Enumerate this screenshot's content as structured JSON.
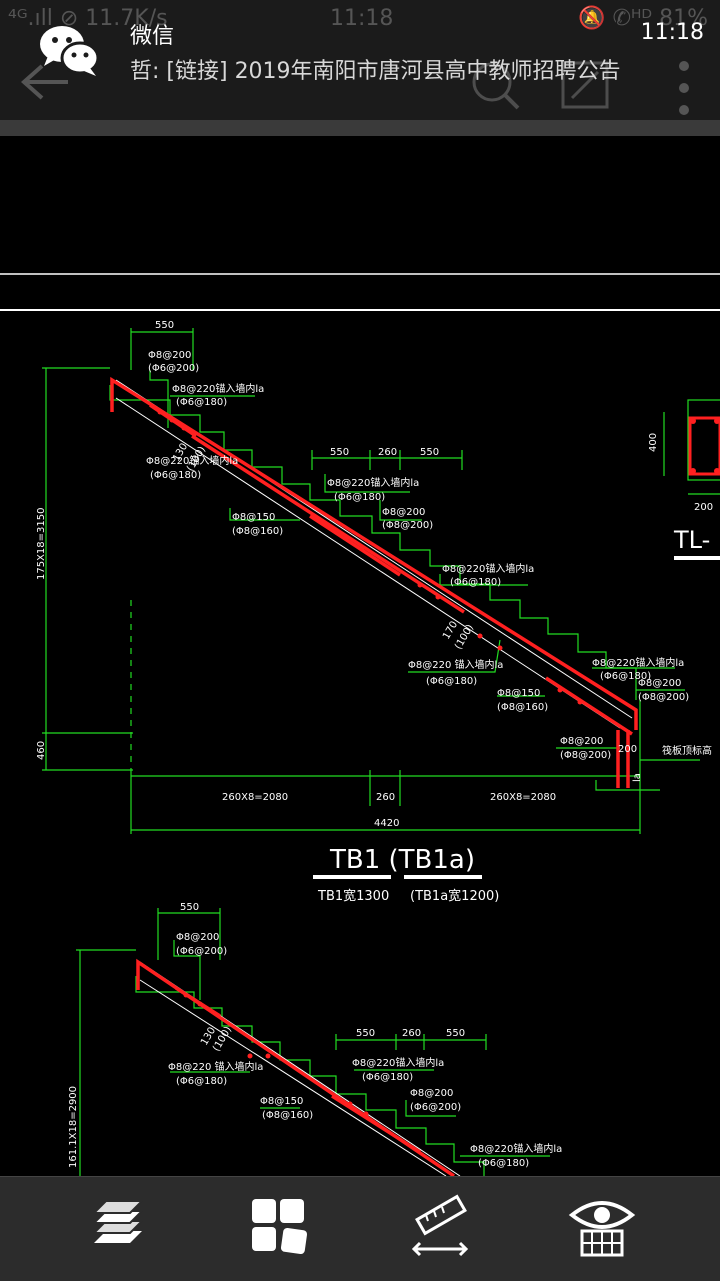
{
  "status_bar": {
    "left": "⁴ᴳ.ıll ⊘ 11.7K/s",
    "time": "11:18",
    "right": "🔕 ✆ᴴᴰ 81%"
  },
  "notification": {
    "app_name": "微信",
    "time": "11:18",
    "message": "哲: [链接] 2019年南阳市唐河县高中教师招聘公告"
  },
  "drawing": {
    "colors": {
      "dim": "#22dd22",
      "rebar": "#ff2020",
      "line": "#ffffff"
    },
    "top_dims": [
      "550",
      "550",
      "260",
      "550"
    ],
    "bottom_dims": [
      "260X8=2080",
      "260",
      "260X8=2080",
      "4420"
    ],
    "side_dims": [
      "175X18=3150",
      "460",
      "400",
      "200",
      "200"
    ],
    "rebar_labels": [
      "Φ8@200",
      "(Φ6@200)",
      "Φ8@220锚入墙内la",
      "(Φ6@180)",
      "130",
      "(100)",
      "Φ8@220锚入墙内la",
      "(Φ6@180)",
      "Φ8@150",
      "(Φ8@160)",
      "Φ8@220锚入墙内la",
      "(Φ6@180)",
      "Φ8@200",
      "(Φ8@200)",
      "Φ8@220锚入墙内la",
      "(Φ6@180)",
      "170",
      "(100)",
      "Φ8@220 锚入墙内la",
      "(Φ6@180)",
      "Φ8@150",
      "(Φ8@160)",
      "Φ8@220锚入墙内la",
      "(Φ6@180)",
      "Φ8@200",
      "(Φ8@200)",
      "Φ8@200",
      "(Φ8@200)",
      "筏板顶标高",
      "la"
    ],
    "beam_label": "TL-",
    "title": "TB1 (TB1a)",
    "sub_left": "TB1宽1300",
    "sub_right": "(TB1a宽1200)",
    "lower_top_dims": [
      "550",
      "550",
      "260",
      "550"
    ],
    "lower_side_dim": "161.1X18=2900",
    "lower_rebar_labels": [
      "Φ8@200",
      "(Φ6@200)",
      "130",
      "(100)",
      "Φ8@220 锚入墙内la",
      "(Φ6@180)",
      "Φ8@220锚入墙内la",
      "(Φ6@180)",
      "Φ8@150",
      "(Φ8@160)",
      "Φ8@200",
      "(Φ6@200)",
      "Φ8@220锚入墙内la",
      "(Φ6@180)"
    ]
  },
  "bottom_tools": [
    {
      "icon": "layers-icon"
    },
    {
      "icon": "layout-icon"
    },
    {
      "icon": "measure-icon"
    },
    {
      "icon": "eye-icon"
    }
  ]
}
